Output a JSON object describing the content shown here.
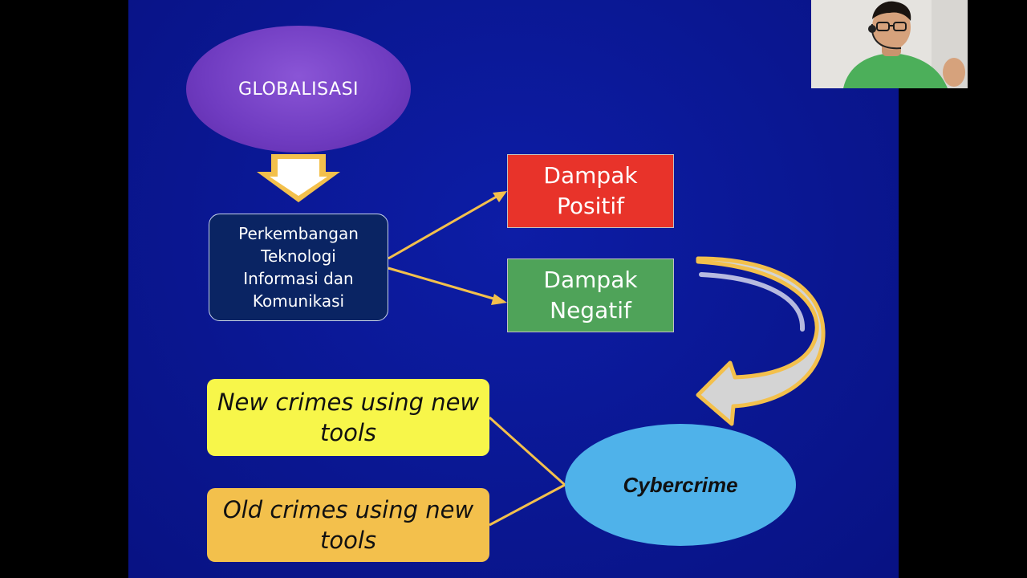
{
  "diagram": {
    "globalisasi": "GLOBALISASI",
    "perkembangan": [
      "Perkembangan",
      "Teknologi",
      "Informasi dan",
      "Komunikasi"
    ],
    "dampak_positif": [
      "Dampak",
      "Positif"
    ],
    "dampak_negatif": [
      "Dampak",
      "Negatif"
    ],
    "new_crimes": [
      "New crimes using new",
      "tools"
    ],
    "old_crimes": [
      "Old crimes using new",
      "tools"
    ],
    "cybercrime": "Cybercrime"
  },
  "colors": {
    "slide_background": "#0a1792",
    "globalisasi_fill": "#6f3bc0",
    "perkembangan_fill": "#0a2463",
    "dampak_positif_fill": "#e8332a",
    "dampak_negatif_fill": "#4fa359",
    "new_crimes_fill": "#f7f64a",
    "old_crimes_fill": "#f3c04c",
    "cybercrime_fill": "#4fb2ea",
    "connector": "#f3c04c"
  },
  "webcam": {
    "icon": "presenter-video-feed"
  }
}
